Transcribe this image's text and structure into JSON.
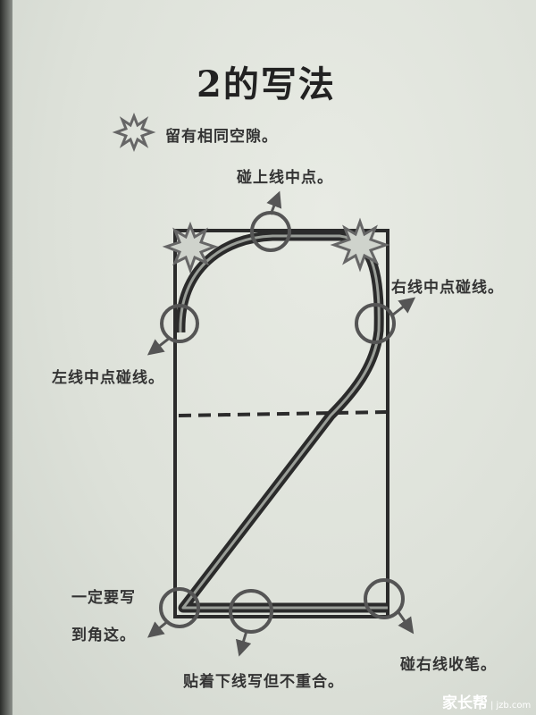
{
  "title": "2的写法",
  "legend": {
    "icon": "star-burst-icon",
    "label": "留有相同空隙。"
  },
  "annotations": {
    "top": "碰上线中点。",
    "right_mid": "右线中点碰线。",
    "left_mid": "左线中点碰线。",
    "corner_line1": "一定要写",
    "corner_line2": "到角这。",
    "bottom": "贴着下线写但不重合。",
    "bottom_right": "碰右线收笔。"
  },
  "watermark": {
    "brand": "家长帮",
    "domain": "jzb.com"
  }
}
